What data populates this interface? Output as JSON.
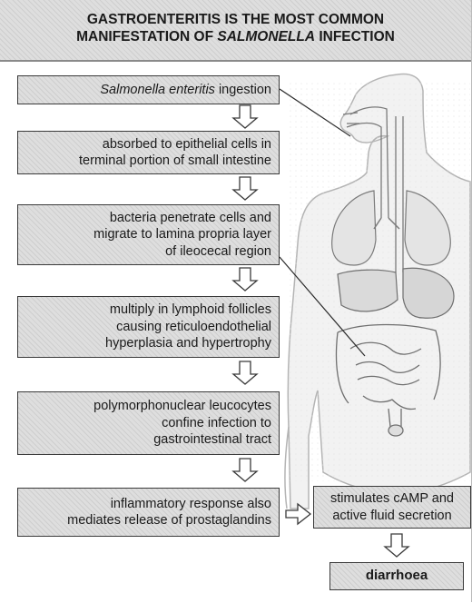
{
  "header": {
    "line1": "GASTROENTERITIS IS THE MOST COMMON",
    "line2_prefix": "MANIFESTATION OF ",
    "line2_emph": "SALMONELLA",
    "line2_suffix": " INFECTION"
  },
  "steps": [
    {
      "emph": "Salmonella enteritis",
      "rest": " ingestion"
    },
    {
      "line1": "absorbed to epithelial cells in",
      "line2": "terminal portion of small intestine"
    },
    {
      "line1": "bacteria penetrate cells and",
      "line2": "migrate to lamina propria layer",
      "line3": "of ileocecal region"
    },
    {
      "line1": "multiply in lymphoid follicles",
      "line2": "causing reticuloendothelial",
      "line3": "hyperplasia and hypertrophy"
    },
    {
      "line1": "polymorphonuclear leucocytes",
      "line2": "confine infection to",
      "line3": "gastrointestinal tract"
    },
    {
      "line1": "inflammatory response also",
      "line2": "mediates release of prostaglandins"
    }
  ],
  "secretion": {
    "line1": "stimulates cAMP and",
    "line2": "active fluid secretion"
  },
  "outcome": {
    "label": "diarrhoea"
  },
  "colors": {
    "box_fill": "#dedede",
    "border": "#3a3a3a",
    "body_fill": "#f2f2f2",
    "organ_fill": "#d6d6d6"
  }
}
